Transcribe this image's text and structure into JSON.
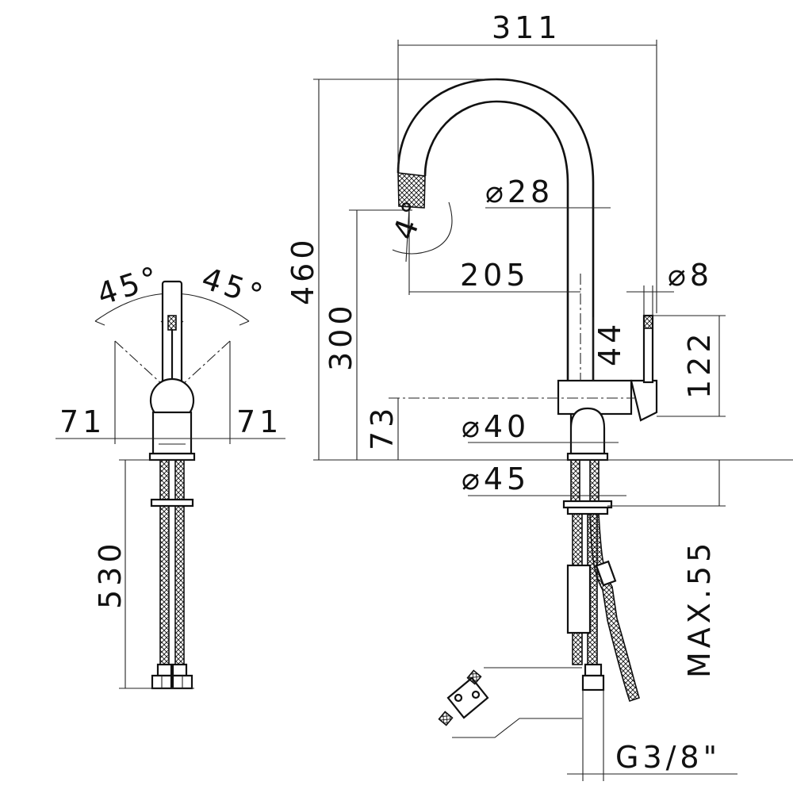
{
  "dimensions": {
    "width_total": "311",
    "height_total": "460",
    "spout_height": "300",
    "spout_reach": "205",
    "spout_diameter": "⌀28",
    "spout_angle": "4°",
    "handle_diameter": "⌀8",
    "handle_height": "122",
    "body_offset": "44",
    "body_height": "73",
    "body_diameter": "⌀40",
    "base_diameter": "⌀45",
    "max_deck_thickness": "MAX.55",
    "connection_thread": "G3/8\"",
    "hose_length": "530",
    "handle_rotation_left": "45°",
    "handle_rotation_right": "45°",
    "handle_clearance_left": "71",
    "handle_clearance_right": "71"
  }
}
